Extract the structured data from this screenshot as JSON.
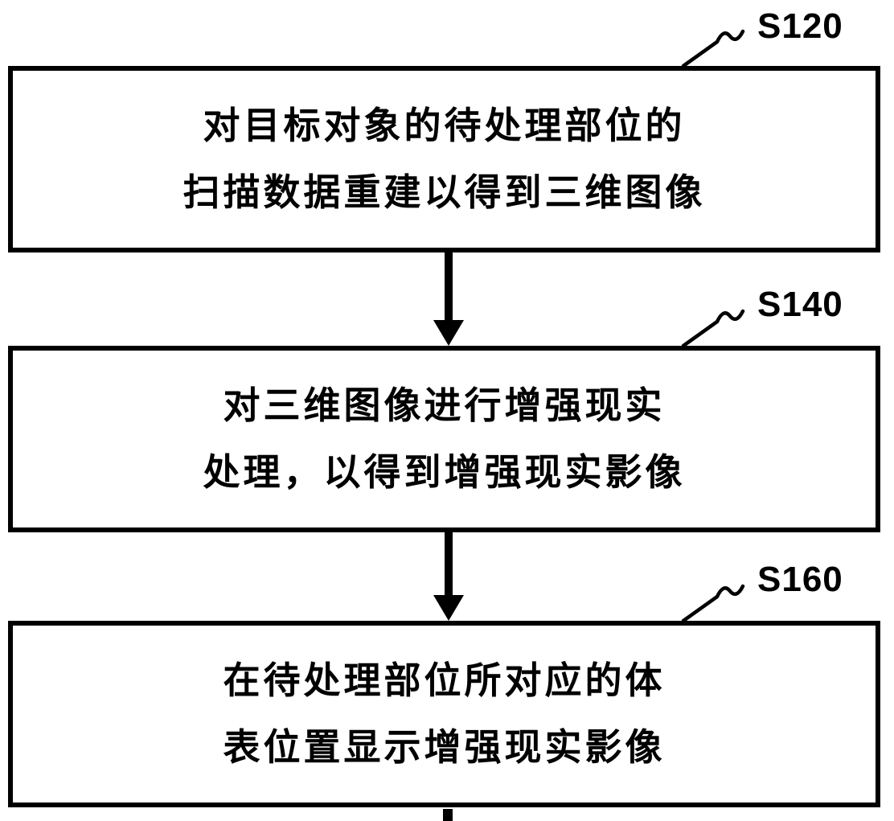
{
  "figure": {
    "type": "flowchart",
    "steps": [
      {
        "label": "S120",
        "line1": "对目标对象的待处理部位的",
        "line2": "扫描数据重建以得到三维图像"
      },
      {
        "label": "S140",
        "line1": "对三维图像进行增强现实",
        "line2": "处理，以得到增强现实影像"
      },
      {
        "label": "S160",
        "line1": "在待处理部位所对应的体",
        "line2": "表位置显示增强现实影像"
      }
    ],
    "colors": {
      "stroke": "#000000",
      "background": "#ffffff"
    }
  }
}
